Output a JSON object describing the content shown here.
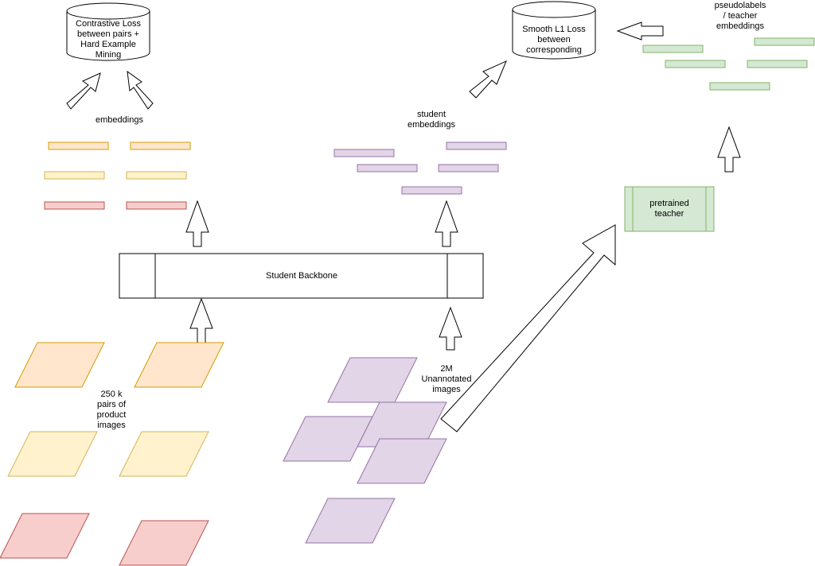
{
  "colors": {
    "orange_fill": "#ffe6cc",
    "orange_stroke": "#d79b00",
    "yellow_fill": "#fff2cc",
    "yellow_stroke": "#d6b656",
    "red_fill": "#f8cecc",
    "red_stroke": "#b85450",
    "purple_fill": "#e1d5e7",
    "purple_stroke": "#9673a6",
    "green_fill": "#d5e8d4",
    "green_stroke": "#82b366",
    "line": "#000000"
  },
  "nodes": {
    "contrastive_loss": "Contrastive Loss\nbetween pairs +\nHard Example\nMining",
    "smooth_l1_loss": "Smooth L1 Loss\nbetween\ncorresponding",
    "pseudolabels": "pseudolabels\n/ teacher\nembeddings",
    "embeddings": "embeddings",
    "student_embeddings": "student\nembeddings",
    "student_backbone": "Student Backbone",
    "pretrained_teacher": "pretrained\nteacher",
    "product_pairs": "250 k\npairs of\nproduct\nimages",
    "unannotated": "2M\nUnannotated\nimages"
  }
}
